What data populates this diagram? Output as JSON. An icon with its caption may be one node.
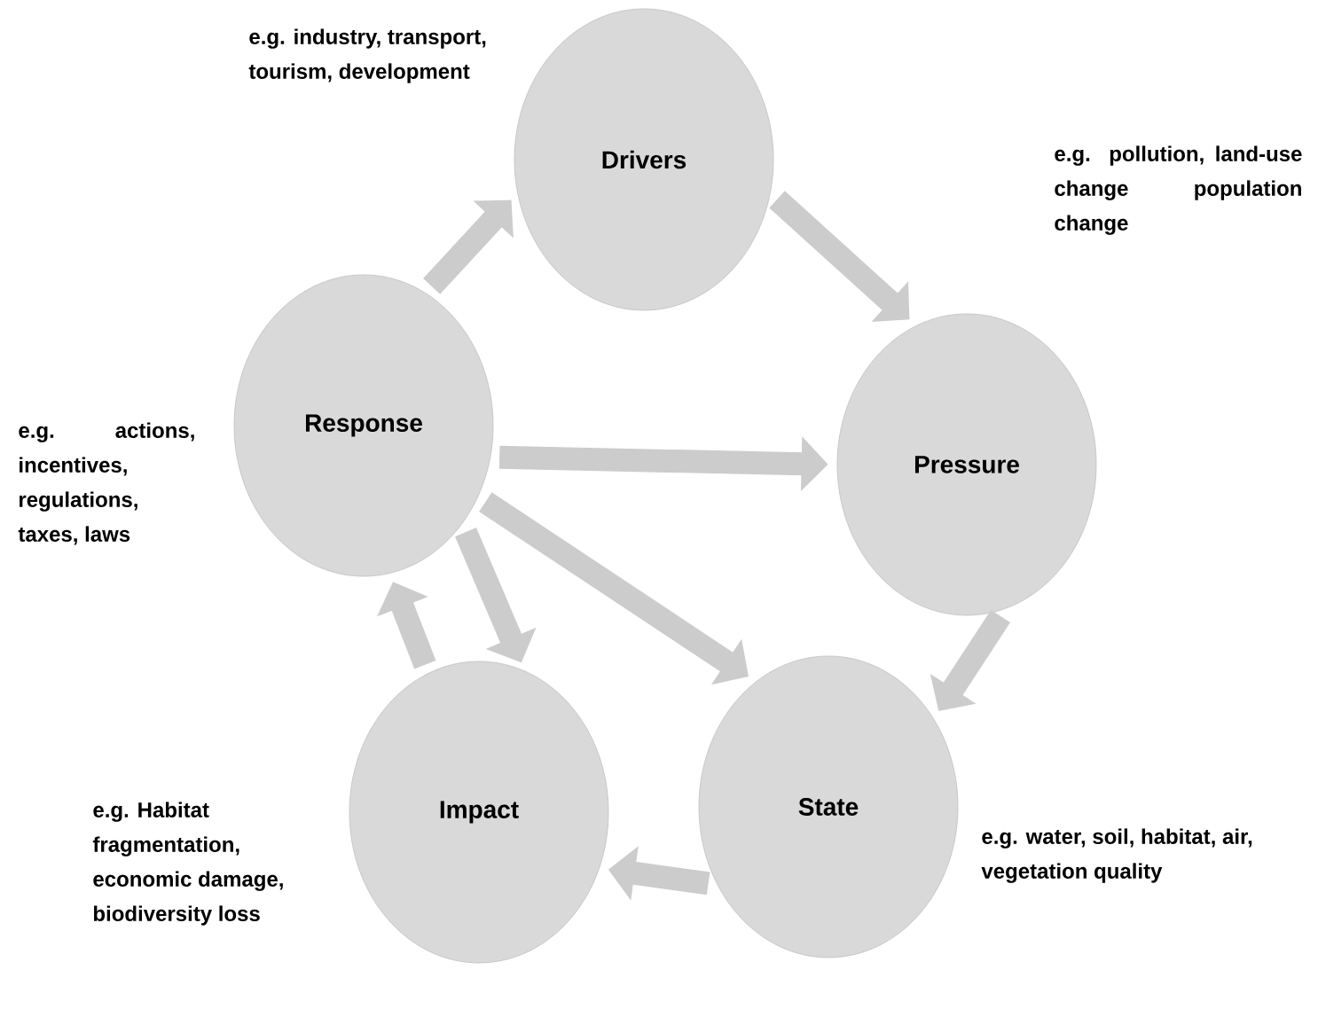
{
  "diagram": {
    "nodes": [
      {
        "text": [
          "Drivers"
        ],
        "beside": [
          "e.g. industry, transport, tourism, development"
        ]
      },
      {
        "text": [
          "Pressure"
        ],
        "beside": [
          "e.g. pollution, land-use change population change"
        ]
      },
      {
        "text": [
          "State"
        ],
        "beside": [
          "e.g. water, soil, habitat, air, vegetation quality"
        ]
      },
      {
        "text": [
          "Impact"
        ],
        "beside": [
          "e.g. Habitat fragmentation, economic damage, biodiversity loss"
        ]
      },
      {
        "text": [
          "Response"
        ],
        "beside": [
          "e.g. actions, incentives, regulations, taxes, laws"
        ]
      }
    ],
    "edges": [
      {
        "from": 4,
        "to": 0,
        "arrow": "to"
      },
      {
        "from": 0,
        "to": 1,
        "arrow": "to"
      },
      {
        "from": 1,
        "to": 2,
        "arrow": "to"
      },
      {
        "from": 2,
        "to": 3,
        "arrow": "to"
      },
      {
        "from": 3,
        "to": 4,
        "arrow": "to"
      },
      {
        "from": 4,
        "to": 1,
        "arrow": "to"
      },
      {
        "from": 4,
        "to": 2,
        "arrow": "to"
      },
      {
        "from": 4,
        "to": 3,
        "arrow": "to"
      }
    ]
  }
}
